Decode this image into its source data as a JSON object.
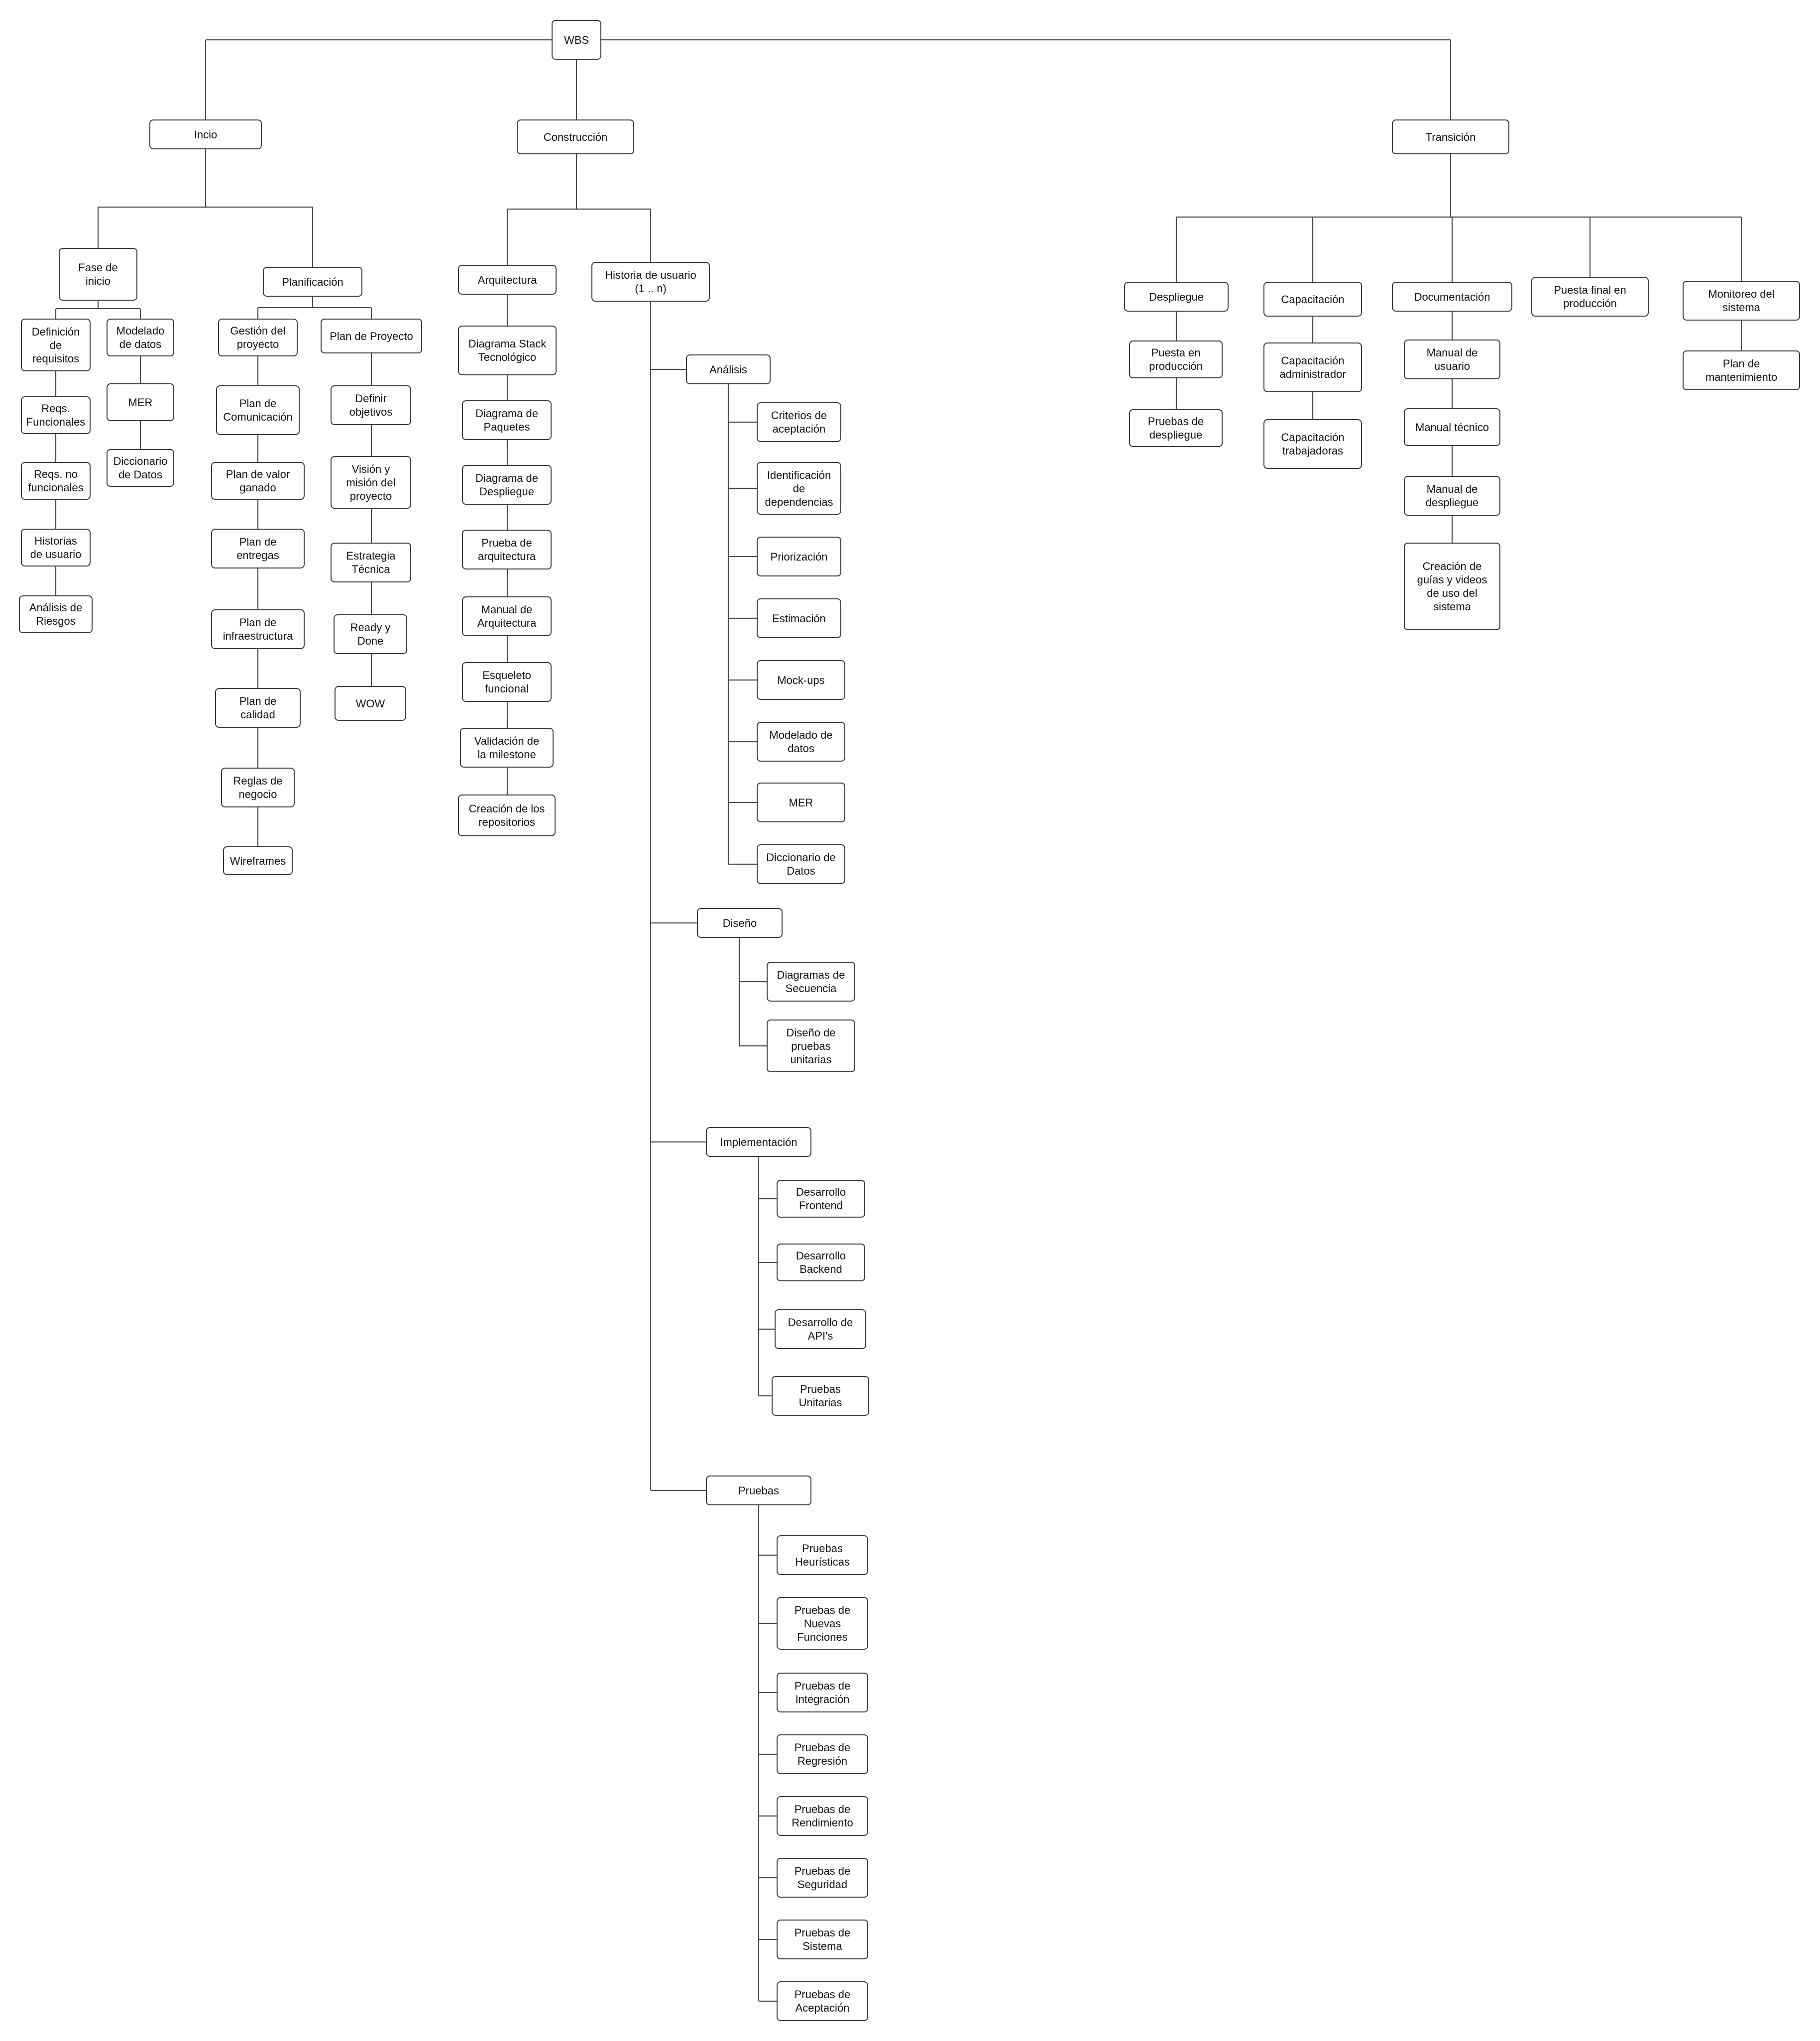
{
  "nodes": {
    "root": "WBS",
    "inicio": "Incio",
    "fase_inicio": "Fase de\ninicio",
    "def_req": "Definición\nde\nrequisitos",
    "req_func": "Reqs.\nFuncionales",
    "req_nofunc": "Reqs. no\nfuncionales",
    "hist_usuario_ini": "Historias\nde usuario",
    "analisis_riesgos": "Análisis de\nRiesgos",
    "modelado_ini": "Modelado\nde datos",
    "mer_ini": "MER",
    "dicc_ini": "Diccionario\nde Datos",
    "planificacion": "Planificación",
    "gestion": "Gestión del\nproyecto",
    "plan_com": "Plan de\nComunicación",
    "plan_valor": "Plan de valor\nganado",
    "plan_entregas": "Plan de\nentregas",
    "plan_infra": "Plan de\ninfraestructura",
    "plan_calidad": "Plan de\ncalidad",
    "reglas": "Reglas de\nnegocio",
    "wireframes": "Wireframes",
    "plan_proy": "Plan de Proyecto",
    "def_obj": "Definir\nobjetivos",
    "vision": "Visión y\nmisión del\nproyecto",
    "estrategia": "Estrategia\nTécnica",
    "ready": "Ready y\nDone",
    "wow": "WOW",
    "construccion": "Construcción",
    "arquitectura": "Arquitectura",
    "stack": "Diagrama Stack\nTecnológico",
    "paquetes": "Diagrama de\nPaquetes",
    "despliegue_diag": "Diagrama de\nDespliegue",
    "prueba_arq": "Prueba de\narquitectura",
    "manual_arq": "Manual de\nArquitectura",
    "esqueleto": "Esqueleto\nfuncional",
    "validacion": "Validación de\nla milestone",
    "repos": "Creación de los\nrepositorios",
    "historia": "Historia de usuario\n(1 .. n)",
    "analisis": "Análisis",
    "criterios": "Criterios de\naceptación",
    "dependencias": "Identificación\nde\ndependencias",
    "priorizacion": "Priorización",
    "estimacion": "Estimación",
    "mockups": "Mock-ups",
    "modelado_an": "Modelado de\ndatos",
    "mer_an": "MER",
    "dicc_an": "Diccionario de\nDatos",
    "diseno": "Diseño",
    "secuencia": "Diagramas de\nSecuencia",
    "diseno_pruebas": "Diseño de\npruebas\nunitarias",
    "implementacion": "Implementación",
    "frontend": "Desarrollo\nFrontend",
    "backend": "Desarrollo\nBackend",
    "apis": "Desarrollo de\nAPI's",
    "unitarias": "Pruebas\nUnitarias",
    "pruebas": "Pruebas",
    "heuristicas": "Pruebas\nHeurísticas",
    "nuevas": "Pruebas de\nNuevas\nFunciones",
    "integracion": "Pruebas de\nIntegración",
    "regresion": "Pruebas de\nRegresión",
    "rendimiento": "Pruebas de\nRendimiento",
    "seguridad": "Pruebas de\nSeguridad",
    "sistema": "Pruebas de\nSistema",
    "aceptacion": "Pruebas de\nAceptación",
    "transicion": "Transición",
    "despliegue": "Despliegue",
    "puesta_prod": "Puesta en\nproducción",
    "pruebas_desp": "Pruebas de\ndespliegue",
    "capacitacion": "Capacitación",
    "cap_admin": "Capacitación\nadministrador",
    "cap_trab": "Capacitación\ntrabajadoras",
    "documentacion": "Documentación",
    "manual_usuario": "Manual de\nusuario",
    "manual_tecnico": "Manual técnico",
    "manual_desp": "Manual de\ndespliegue",
    "guias": "Creación de\nguías y videos\nde uso del\nsistema",
    "puesta_final": "Puesta final en\nproducción",
    "monitoreo": "Monitoreo del\nsistema",
    "plan_mant": "Plan de\nmantenimiento"
  }
}
